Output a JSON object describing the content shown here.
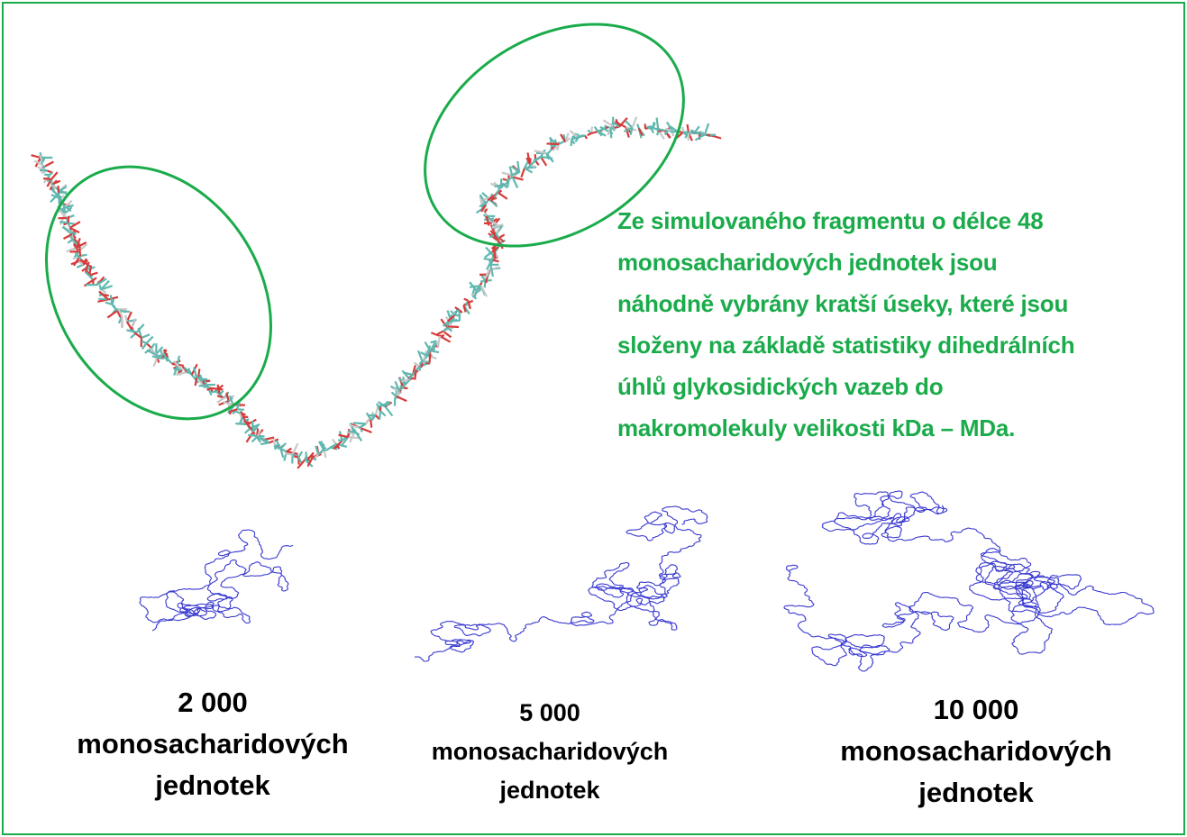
{
  "description": {
    "lines": [
      "Ze simulovaného fragmentu o délce 48",
      "monosacharidových jednotek jsou",
      "náhodně vybrány kratší úseky, které jsou",
      "složeny na základě statistiky dihedrálních",
      "úhlů glykosidických vazeb do",
      "makromolekuly velikosti kDa – MDa."
    ]
  },
  "models": [
    {
      "count": "2 000",
      "unit": "monosacharidových",
      "suffix": "jednotek"
    },
    {
      "count": "5 000",
      "unit": "monosacharidových",
      "suffix": "jednotek"
    },
    {
      "count": "10 000",
      "unit": "monosacharidových",
      "suffix": "jednotek"
    }
  ],
  "colors": {
    "accent": "#1aab4b",
    "chain": "#3a3ad0",
    "carbon": "#5fb8b0",
    "oxygen": "#d83a3a"
  }
}
